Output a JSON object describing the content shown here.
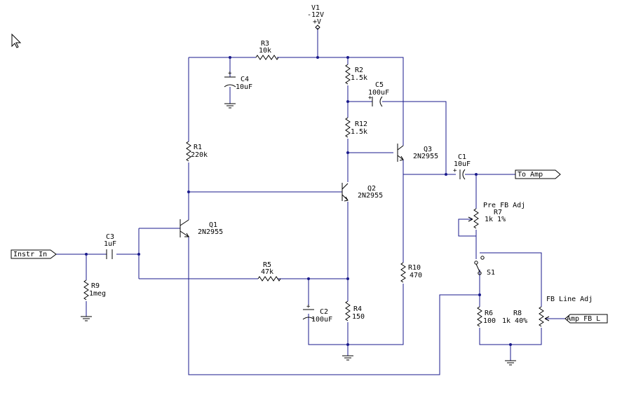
{
  "supply": {
    "name": "V1",
    "value": "-12V",
    "pin": "+V"
  },
  "resistors": [
    {
      "ref": "R1",
      "value": "220k"
    },
    {
      "ref": "R2",
      "value": "1.5k"
    },
    {
      "ref": "R3",
      "value": "10k"
    },
    {
      "ref": "R4",
      "value": "150"
    },
    {
      "ref": "R5",
      "value": "47k"
    },
    {
      "ref": "R6",
      "value": "100"
    },
    {
      "ref": "R9",
      "value": "1meg"
    },
    {
      "ref": "R10",
      "value": "470"
    },
    {
      "ref": "R12",
      "value": "1.5k"
    }
  ],
  "capacitors": [
    {
      "ref": "C1",
      "value": "10uF"
    },
    {
      "ref": "C2",
      "value": "100uF"
    },
    {
      "ref": "C3",
      "value": "1uF"
    },
    {
      "ref": "C4",
      "value": "10uF"
    },
    {
      "ref": "C5",
      "value": "100uF"
    }
  ],
  "transistors": [
    {
      "ref": "Q1",
      "value": "2N2955"
    },
    {
      "ref": "Q2",
      "value": "2N2955"
    },
    {
      "ref": "Q3",
      "value": "2N2955"
    }
  ],
  "pots": [
    {
      "ref": "R7",
      "value": "1k 1%",
      "label": "Pre FB Adj"
    },
    {
      "ref": "R8",
      "value": "1k 40%",
      "label": "FB Line Adj"
    }
  ],
  "switch": {
    "ref": "S1"
  },
  "ports": {
    "input": "Instr In",
    "output": "To Amp",
    "fb": "Amp FB L"
  },
  "colors": {
    "wire": "#1a1a8c",
    "part": "#000000",
    "background": "#ffffff"
  },
  "icons": {
    "cursor": "mouse-pointer-icon"
  }
}
